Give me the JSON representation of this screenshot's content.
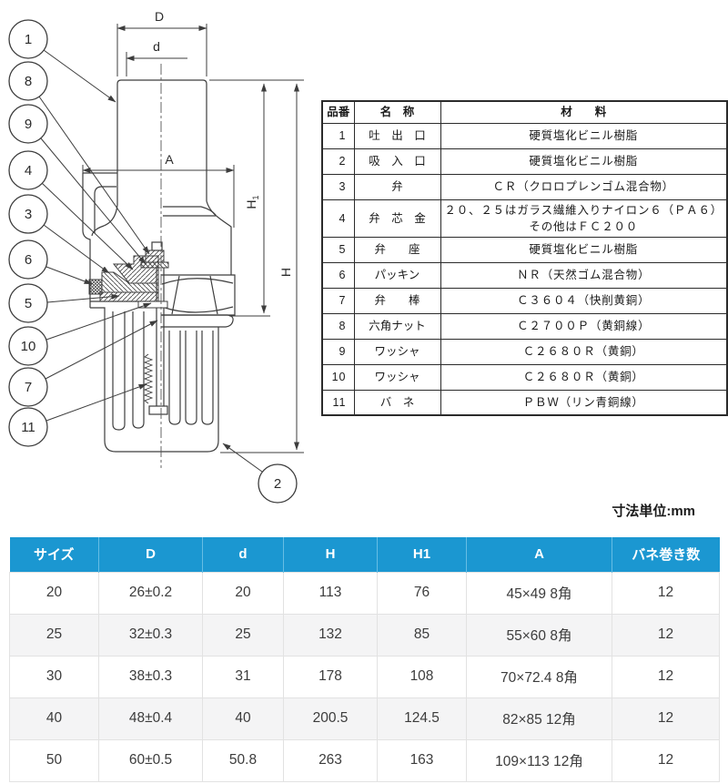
{
  "diagram": {
    "callouts": [
      {
        "label": "1"
      },
      {
        "label": "8"
      },
      {
        "label": "9"
      },
      {
        "label": "4"
      },
      {
        "label": "3"
      },
      {
        "label": "6"
      },
      {
        "label": "5"
      },
      {
        "label": "10"
      },
      {
        "label": "7"
      },
      {
        "label": "11"
      },
      {
        "label": "2"
      }
    ],
    "dims": {
      "D": "D",
      "d": "d",
      "A": "A",
      "H": "H",
      "H1_base": "H",
      "H1_sub": "1"
    }
  },
  "unit_label": "寸法単位:mm",
  "parts_table": {
    "headers": {
      "no": "品番",
      "name": "名　称",
      "material": "材　　料"
    },
    "rows": [
      {
        "no": "1",
        "name": "吐　出　口",
        "material": "硬質塩化ビニル樹脂"
      },
      {
        "no": "2",
        "name": "吸　入　口",
        "material": "硬質塩化ビニル樹脂"
      },
      {
        "no": "3",
        "name": "弁",
        "material": "ＣＲ（クロロプレンゴム混合物）"
      },
      {
        "no": "4",
        "name": "弁　芯　金",
        "material": "２０、２５はガラス繊維入りナイロン６（ＰＡ６）",
        "material2": "その他はＦＣ２００"
      },
      {
        "no": "5",
        "name": "弁　　座",
        "material": "硬質塩化ビニル樹脂"
      },
      {
        "no": "6",
        "name": "パッキン",
        "material": "ＮＲ（天然ゴム混合物）"
      },
      {
        "no": "7",
        "name": "弁　　棒",
        "material": "Ｃ３６０４（快削黄銅）"
      },
      {
        "no": "8",
        "name": "六角ナット",
        "material": "Ｃ２７００Ｐ（黄銅線）"
      },
      {
        "no": "9",
        "name": "ワッシャ",
        "material": "Ｃ２６８０Ｒ（黄銅）"
      },
      {
        "no": "10",
        "name": "ワッシャ",
        "material": "Ｃ２６８０Ｒ（黄銅）"
      },
      {
        "no": "11",
        "name": "バ　ネ",
        "material": "ＰＢＷ（リン青銅線）"
      }
    ]
  },
  "dim_table": {
    "headers": [
      "サイズ",
      "D",
      "d",
      "H",
      "H1",
      "A",
      "バネ巻き数"
    ],
    "header_bg": "#1b97d1",
    "rows": [
      [
        "20",
        "26±0.2",
        "20",
        "113",
        "76",
        "45×49 8角",
        "12"
      ],
      [
        "25",
        "32±0.3",
        "25",
        "132",
        "85",
        "55×60 8角",
        "12"
      ],
      [
        "30",
        "38±0.3",
        "31",
        "178",
        "108",
        "70×72.4 8角",
        "12"
      ],
      [
        "40",
        "48±0.4",
        "40",
        "200.5",
        "124.5",
        "82×85 12角",
        "12"
      ],
      [
        "50",
        "60±0.5",
        "50.8",
        "263",
        "163",
        "109×113 12角",
        "12"
      ]
    ]
  }
}
